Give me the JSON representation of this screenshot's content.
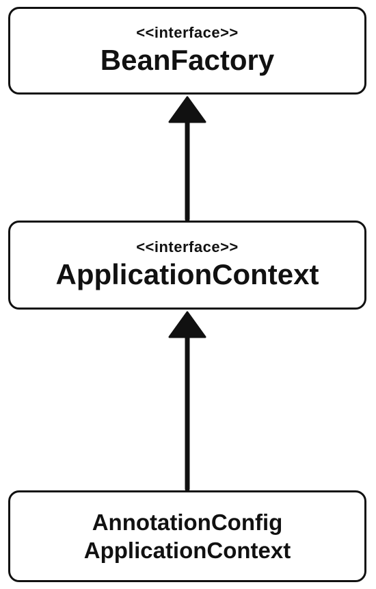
{
  "nodes": {
    "bean_factory": {
      "stereotype": "<<interface>>",
      "name": "BeanFactory"
    },
    "application_context": {
      "stereotype": "<<interface>>",
      "name": "ApplicationContext"
    },
    "annotation_config": {
      "name_line1": "AnnotationConfig",
      "name_line2": "ApplicationContext"
    }
  },
  "edges": [
    {
      "from": "application_context",
      "to": "bean_factory",
      "type": "inheritance"
    },
    {
      "from": "annotation_config",
      "to": "application_context",
      "type": "inheritance"
    }
  ],
  "colors": {
    "stroke": "#111111",
    "background": "#ffffff"
  }
}
